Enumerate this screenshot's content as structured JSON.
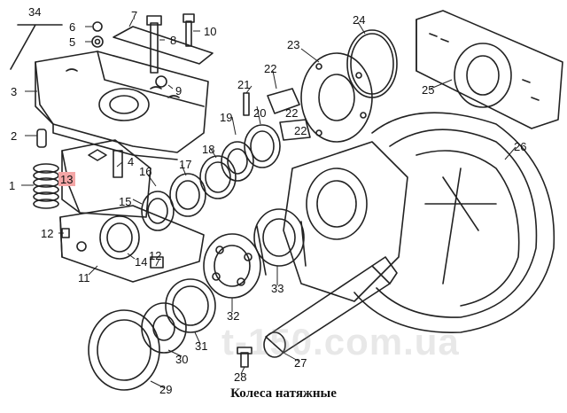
{
  "diagram": {
    "caption": "Колеса натяжные",
    "watermark": "t-150.com.ua",
    "highlighted_part": "13",
    "highlight_color": "#f4a6a6",
    "labels": [
      "34",
      "7",
      "8",
      "10",
      "6",
      "5",
      "9",
      "3",
      "2",
      "1",
      "13",
      "4",
      "16",
      "17",
      "18",
      "19",
      "20",
      "21",
      "22",
      "22",
      "22",
      "23",
      "24",
      "25",
      "26",
      "12",
      "15",
      "14",
      "12",
      "11",
      "33",
      "32",
      "31",
      "30",
      "29",
      "28",
      "27"
    ]
  }
}
